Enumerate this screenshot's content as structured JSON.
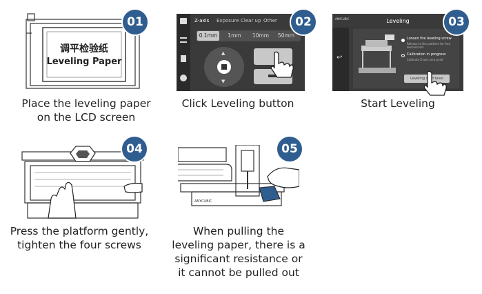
{
  "steps": [
    {
      "number": "01",
      "caption": [
        "Place the leveling paper",
        "on the LCD screen"
      ],
      "paper_cn": "调平检验纸",
      "paper_en": "Leveling Paper"
    },
    {
      "number": "02",
      "caption": [
        "Click Leveling button"
      ],
      "tabs": [
        "Z-axis",
        "Exposure",
        "Clear up",
        "Other"
      ],
      "steps_mm": [
        "0.1mm",
        "1mm",
        "10mm",
        "50mm"
      ]
    },
    {
      "number": "03",
      "caption": [
        "Start Leveling"
      ],
      "screen_title": "Leveling",
      "brand": "ANYCUBIC",
      "item1_title": "Loosen the leveling screw",
      "item1_sub": "Release to the platform for free descend set",
      "item2_title": "Calibration in progress",
      "item2_sub": "Calibrate Z-axis zero point",
      "button": "Leveling start level"
    },
    {
      "number": "04",
      "caption": [
        "Press the platform gently,",
        "tighten the four screws"
      ]
    },
    {
      "number": "05",
      "caption": [
        "When pulling the",
        "leveling paper, there is a",
        "significant resistance or",
        "it cannot be pulled out"
      ],
      "brand": "ANYCUBIC"
    }
  ],
  "colors": {
    "badge": "#2f5d8f",
    "screen": "#3a3a3a",
    "screen_dark": "#2a2a2a",
    "accent": "#c8c8c8"
  }
}
